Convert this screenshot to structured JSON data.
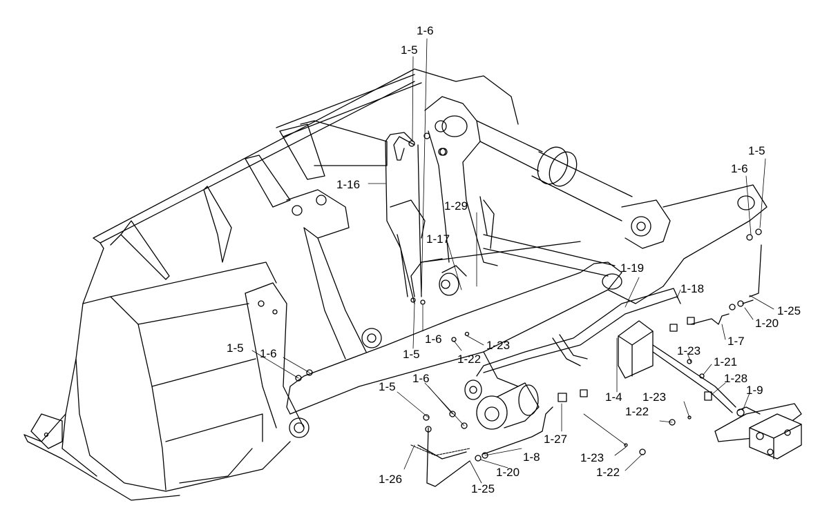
{
  "diagram": {
    "line_color": "#000000",
    "background": "#ffffff",
    "callouts": [
      "1-6",
      "1-5",
      "1-16",
      "1-29",
      "1-17",
      "1-6",
      "1-5",
      "1-5",
      "1-6",
      "1-19",
      "1-18",
      "1-25",
      "1-20",
      "1-7",
      "1-23",
      "1-22",
      "1-23",
      "1-5",
      "1-6",
      "1-21",
      "1-28",
      "1-9",
      "1-23",
      "1-22",
      "1-4",
      "1-5",
      "1-6",
      "1-27",
      "1-8",
      "1-23",
      "1-22",
      "1-26",
      "1-20",
      "1-25"
    ]
  }
}
